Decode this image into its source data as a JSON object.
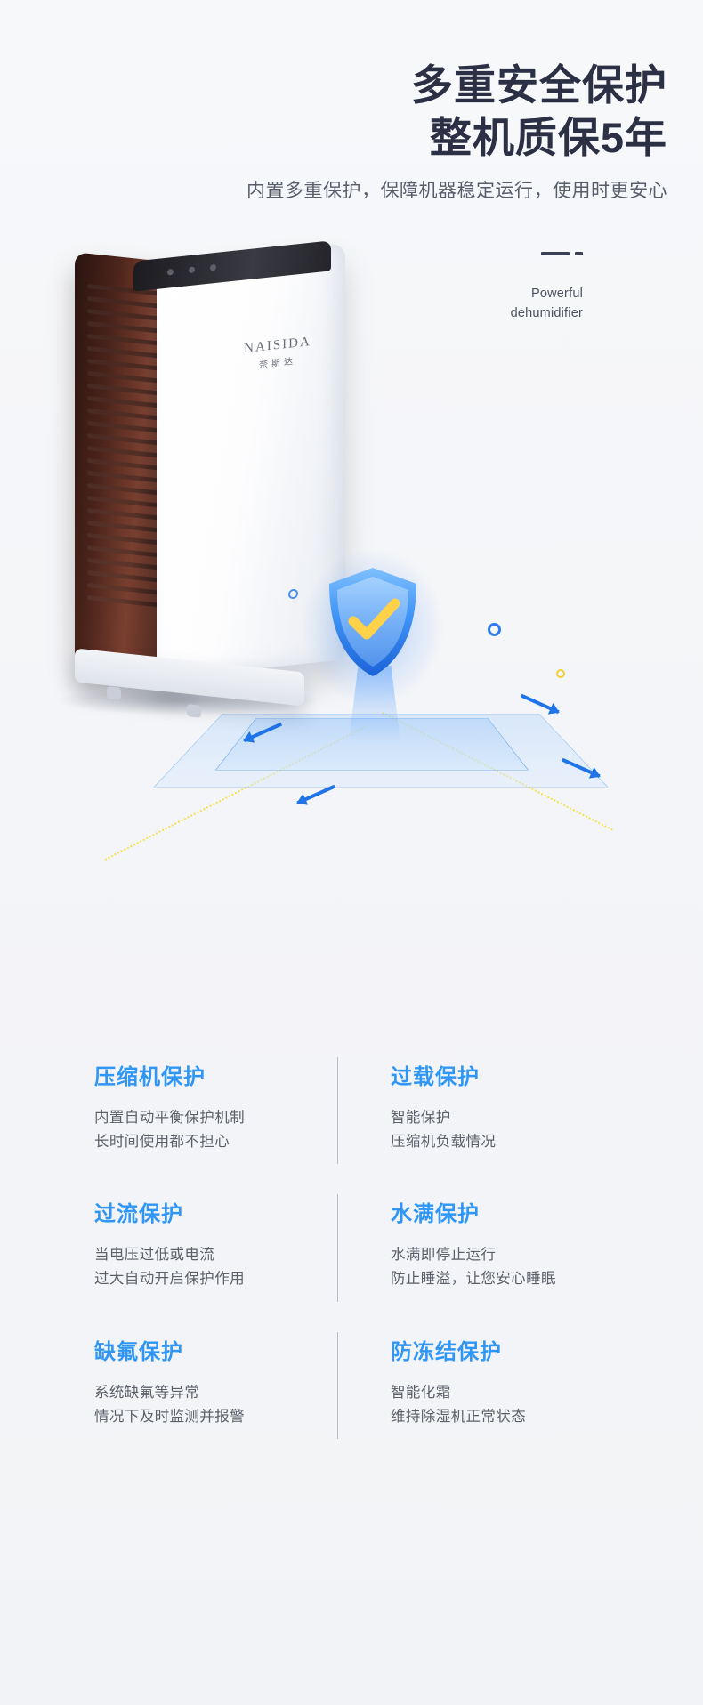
{
  "hero": {
    "headline_line1": "多重安全保护",
    "headline_line2": "整机质保5年",
    "subtitle": "内置多重保护，保障机器稳定运行，使用时更安心",
    "caption_line1": "Powerful",
    "caption_line2": "dehumidifier"
  },
  "product": {
    "brand_name": "NAISIDA",
    "brand_cn": "奈斯达",
    "badge": "shield-check"
  },
  "features": [
    {
      "title": "压缩机保护",
      "desc_line1": "内置自动平衡保护机制",
      "desc_line2": "长时间使用都不担心"
    },
    {
      "title": "过载保护",
      "desc_line1": "智能保护",
      "desc_line2": "压缩机负载情况"
    },
    {
      "title": "过流保护",
      "desc_line1": "当电压过低或电流",
      "desc_line2": "过大自动开启保护作用"
    },
    {
      "title": "水满保护",
      "desc_line1": "水满即停止运行",
      "desc_line2": "防止睡溢，让您安心睡眠"
    },
    {
      "title": "缺氟保护",
      "desc_line1": "系统缺氟等异常",
      "desc_line2": "情况下及时监测并报警"
    },
    {
      "title": "防冻结保护",
      "desc_line1": "智能化霜",
      "desc_line2": "维持除湿机正常状态"
    }
  ],
  "colors": {
    "accent": "#2f96f6",
    "headline": "#2b3044",
    "body_text": "#5b6069",
    "background": "#f5f6f9"
  }
}
